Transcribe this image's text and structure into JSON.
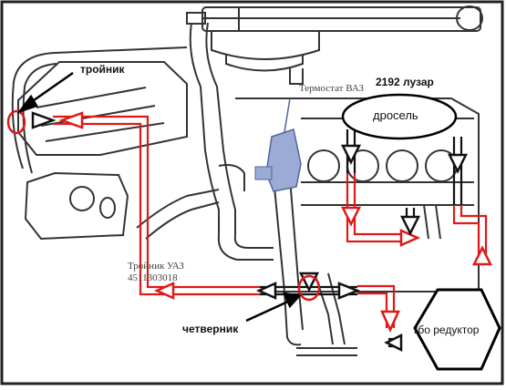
{
  "labels": {
    "tee": "тройник",
    "thermostat": "Термостат ВАЗ",
    "model": "2192 лузар",
    "throttle": "дросель",
    "tee_uaz_line1": "Тройник УАЗ",
    "tee_uaz_line2": "4511303018",
    "cross": "четверник",
    "reducer": "гбо редуктор"
  },
  "colors": {
    "flow_red": "#e01818",
    "flow_dark": "#111111",
    "engine_line": "#333333",
    "thermostat_blue": "#7f93c8"
  }
}
